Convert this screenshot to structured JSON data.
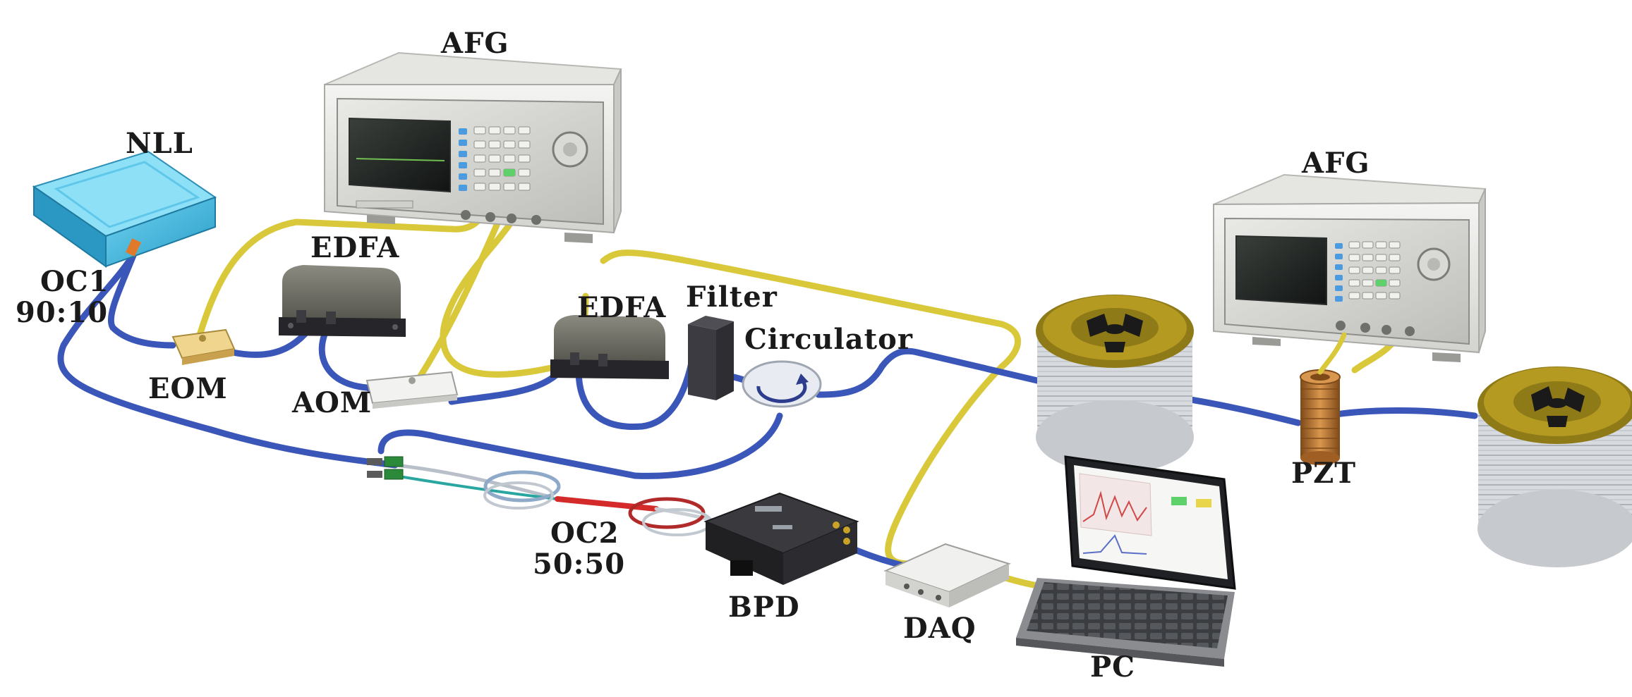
{
  "labels": {
    "afg_left": "AFG",
    "afg_right": "AFG",
    "nll": "NLL",
    "edfa_1": "EDFA",
    "edfa_2": "EDFA",
    "filter": "Filter",
    "circulator": "Circulator",
    "oc1_name": "OC1",
    "oc1_ratio": "90:10",
    "eom": "EOM",
    "aom": "AOM",
    "oc2_name": "OC2",
    "oc2_ratio": "50:50",
    "bpd": "BPD",
    "daq": "DAQ",
    "pc": "PC",
    "pzt": "PZT"
  },
  "colors": {
    "fiber_blue": "#3a56b8",
    "cable_yellow": "#d8c83a",
    "fiber_red": "#d42a2a",
    "nll_cyan": "#3fb6dc",
    "eom_gold": "#e0c070",
    "edfa_gray": "#6f6f66",
    "pzt_copper": "#b8742e",
    "spool_gold": "#a0861c"
  },
  "icons": {
    "afg": "function-generator-icon",
    "nll": "laser-box-icon",
    "edfa": "amplifier-box-icon",
    "filter": "filter-box-icon",
    "circulator": "circulator-icon",
    "spool": "fiber-spool-icon",
    "pzt": "piezo-coil-icon",
    "bpd": "photodetector-icon",
    "daq": "daq-box-icon",
    "pc": "laptop-icon"
  }
}
